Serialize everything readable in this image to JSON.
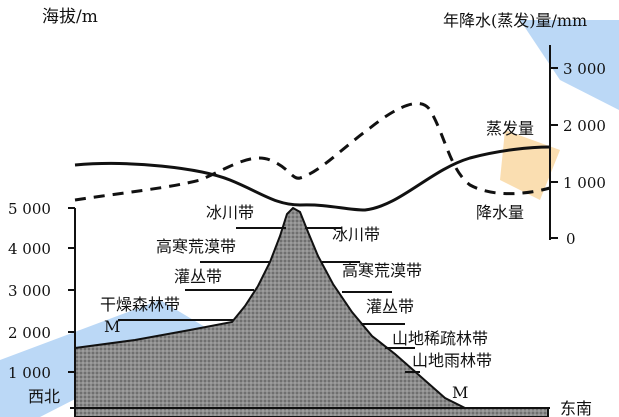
{
  "left_axis": {
    "title": "海拔/m",
    "ticks": [
      "5 000",
      "4 000",
      "3 000",
      "2 000",
      "1 000"
    ],
    "tick_values": [
      5000,
      4000,
      3000,
      2000,
      1000
    ]
  },
  "right_axis": {
    "title": "年降水(蒸发)量/mm",
    "ticks": [
      "3 000",
      "2 000",
      "1 000",
      "0"
    ],
    "tick_values": [
      3000,
      2000,
      1000,
      0
    ]
  },
  "curves": {
    "evaporation_label": "蒸发量",
    "precipitation_label": "降水量"
  },
  "directions": {
    "northwest": "西北",
    "southeast": "东南"
  },
  "left_slope_zones": [
    "冰川带",
    "高寒荒漠带",
    "灌丛带",
    "干燥森林带"
  ],
  "right_slope_zones": [
    "冰川带",
    "高寒荒漠带",
    "灌丛带",
    "山地稀疏林带",
    "山地雨林带"
  ],
  "markers": {
    "left": "M",
    "right": "M"
  },
  "colors": {
    "mountain_fill": "#8a8a8a",
    "line": "#111111",
    "watermark_blue": "#3b8fe6",
    "watermark_orange": "#f0a020"
  }
}
